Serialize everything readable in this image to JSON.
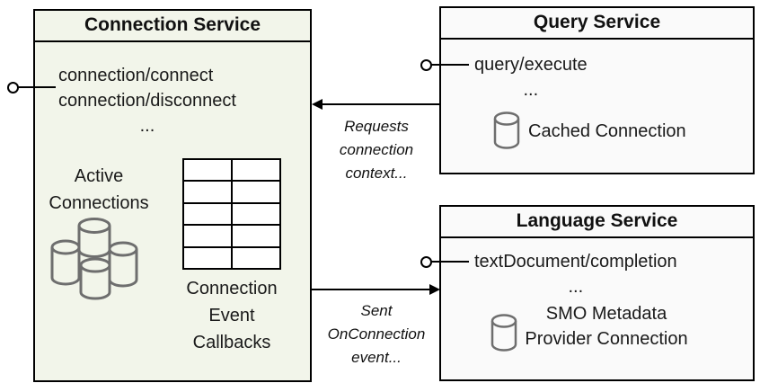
{
  "colors": {
    "connection_box_fill": "#f2f5ea",
    "service_box_fill": "#fafafa",
    "border": "#000000",
    "icon_stroke": "#6e6e6e",
    "text": "#1a1a1a"
  },
  "connection_service": {
    "title": "Connection Service",
    "methods": [
      "connection/connect",
      "connection/disconnect"
    ],
    "ellipsis": "...",
    "active_connections_label": "Active\nConnections",
    "callbacks_label": "Connection\nEvent\nCallbacks",
    "callbacks_table": {
      "rows": 5,
      "cols": 2
    },
    "icons": {
      "interface": "lollipop-interface-icon",
      "active_connections": "database-cluster-icon",
      "callbacks": "table-grid-icon"
    }
  },
  "query_service": {
    "title": "Query Service",
    "methods": [
      "query/execute"
    ],
    "ellipsis": "...",
    "connection_label": "Cached Connection",
    "icons": {
      "interface": "lollipop-interface-icon",
      "connection": "database-cylinder-icon"
    }
  },
  "language_service": {
    "title": "Language Service",
    "methods": [
      "textDocument/completion"
    ],
    "ellipsis": "...",
    "connection_label": "SMO Metadata\nProvider Connection",
    "icons": {
      "interface": "lollipop-interface-icon",
      "connection": "database-cylinder-icon"
    }
  },
  "arrows": {
    "requests_context": {
      "label": "Requests\nconnection\ncontext...",
      "from": "Query Service",
      "to": "Connection Service"
    },
    "on_connection": {
      "label": "Sent\nOnConnection\nevent...",
      "from": "Connection Service",
      "to": "Language Service"
    }
  }
}
